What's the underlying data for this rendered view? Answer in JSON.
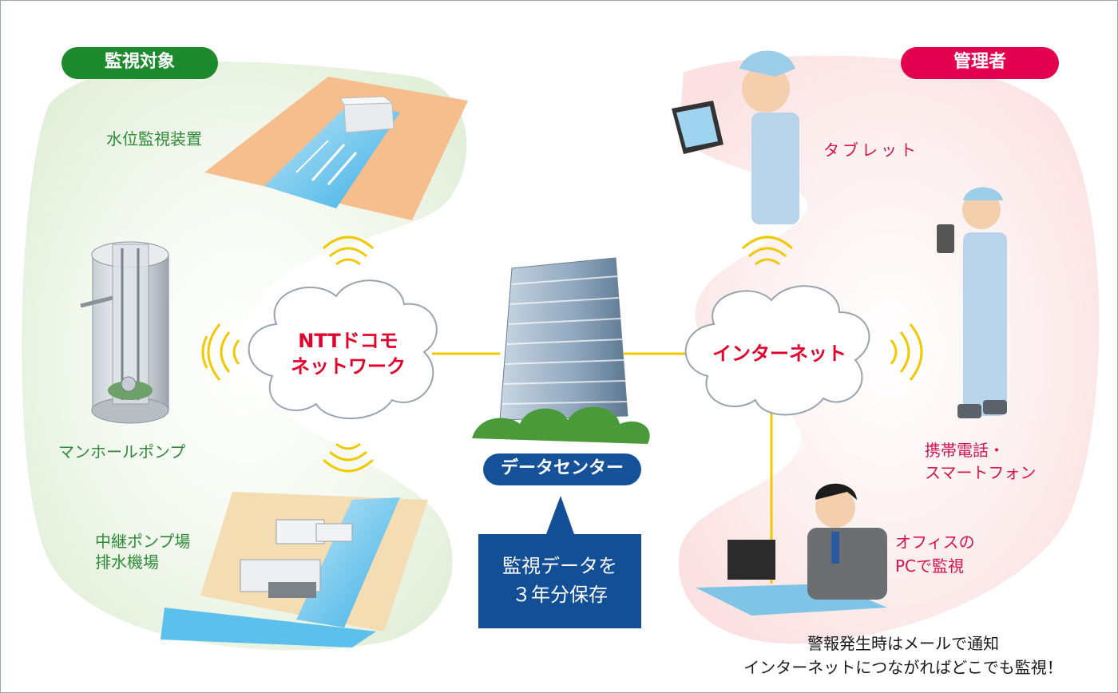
{
  "monitored": {
    "title": "監視対象",
    "water_level": "水位監視装置",
    "manhole_pump": "マンホールポンプ",
    "relay_pump_1": "中継ポンプ場",
    "relay_pump_2": "排水機場"
  },
  "admin": {
    "title": "管理者",
    "tablet": "タブレット",
    "phone_1": "携帯電話・",
    "phone_2": "スマートフォン",
    "office_1": "オフィスの",
    "office_2": "PCで監視"
  },
  "network": {
    "docomo_1": "NTTドコモ",
    "docomo_2": "ネットワーク",
    "internet": "インターネット"
  },
  "datacenter": {
    "label": "データセンター",
    "storage_1": "監視データを",
    "storage_2": "３年分保存"
  },
  "footer": {
    "line1": "警報発生時はメールで通知",
    "line2": "インターネットにつながればどこでも監視！"
  },
  "colors": {
    "green_pill": "#1e8a2e",
    "red_pill": "#e3004f",
    "datacenter_pill": "#16529a",
    "storage_box": "#124f97",
    "connector": "#f2c800",
    "cloud_text": "#e4002b"
  }
}
